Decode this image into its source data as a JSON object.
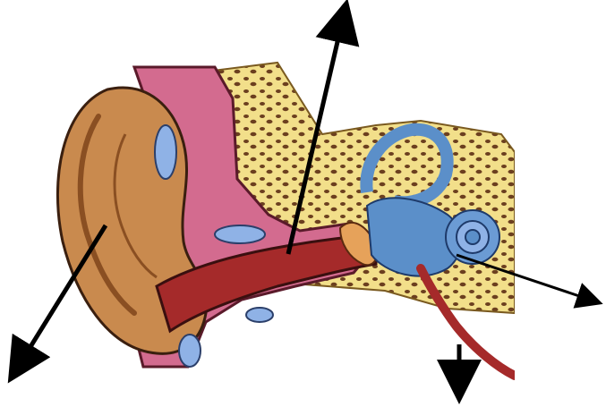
{
  "diagram": {
    "subject": "ear-anatomy-cross-section",
    "pointers": [
      {
        "name": "pointer-outer-ear",
        "label": ""
      },
      {
        "name": "pointer-ear-canal",
        "label": ""
      },
      {
        "name": "pointer-cochlea",
        "label": ""
      },
      {
        "name": "pointer-eustachian-tube",
        "label": ""
      }
    ],
    "colors": {
      "skin": "#c98a4e",
      "skin_dark": "#8a4f22",
      "canal": "#a52a2a",
      "soft_tissue": "#d36b8f",
      "bone": "#f2df8a",
      "bone_pores": "#6b3f1f",
      "inner_ear": "#5b8fc9",
      "vessel": "#8fb2e6",
      "arrow": "#000000"
    }
  }
}
